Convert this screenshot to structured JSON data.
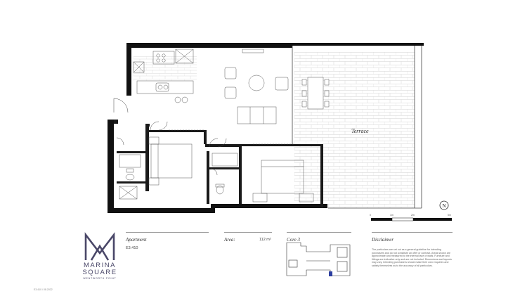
{
  "plan": {
    "terrace_label": "Terrace"
  },
  "info": {
    "apartment_label": "Apartment",
    "apartment_value": "E3.410",
    "area_label": "Area:",
    "area_value": "112 m²",
    "core_label": "Core 3",
    "disclaimer_label": "Disclaimer",
    "disclaimer_text": "The particulars are set out as a general guideline for intending purchasers and do not constitute an offer or contract. Areas shown are approximate and measured to the internal face of walls. Furniture and fittings are indicative only and are not included. Dimensions and layouts may vary. Intending purchasers should make their own enquiries and satisfy themselves as to the accuracy of all particulars."
  },
  "brand": {
    "name_line1": "MARINA",
    "name_line2": "SQUARE",
    "tagline": "WENTWORTH POINT",
    "color": "#4a4768"
  },
  "scale": {
    "ticks": [
      "0",
      "1m",
      "2m",
      "5m"
    ]
  },
  "compass": {
    "letter": "N"
  },
  "footer": {
    "ref": "E3.410 / 08.2022"
  }
}
